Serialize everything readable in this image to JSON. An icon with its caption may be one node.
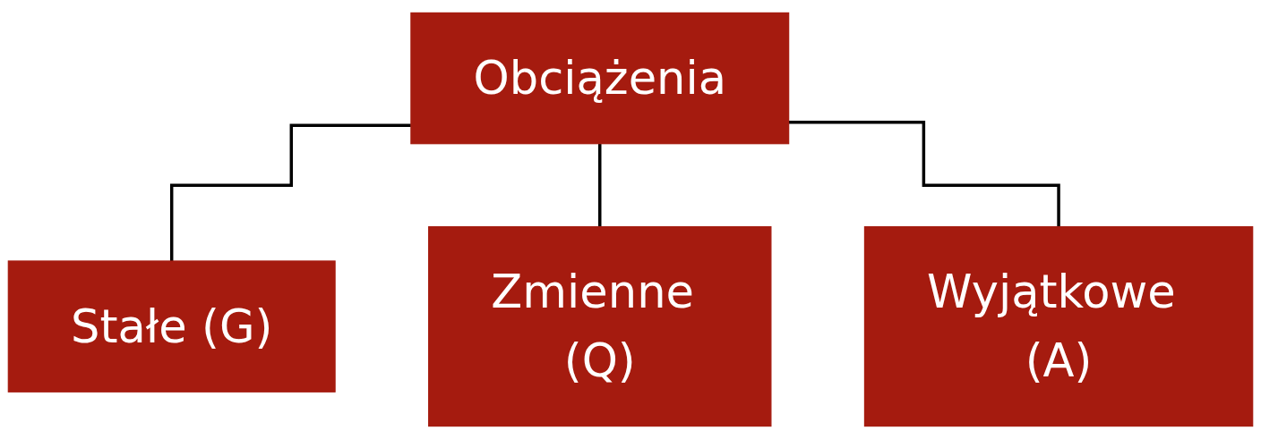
{
  "diagram": {
    "nodes": [
      {
        "text": [
          "Obciążenia"
        ]
      },
      {
        "text": [
          "Stałe (G)"
        ]
      },
      {
        "text": [
          "Zmienne (Q)"
        ]
      },
      {
        "text": [
          "Wyjątkowe (A)"
        ]
      }
    ],
    "edges": [
      {
        "from": 0,
        "to": 1,
        "arrow": "none"
      },
      {
        "from": 0,
        "to": 2,
        "arrow": "none"
      },
      {
        "from": 0,
        "to": 3,
        "arrow": "none"
      }
    ]
  }
}
